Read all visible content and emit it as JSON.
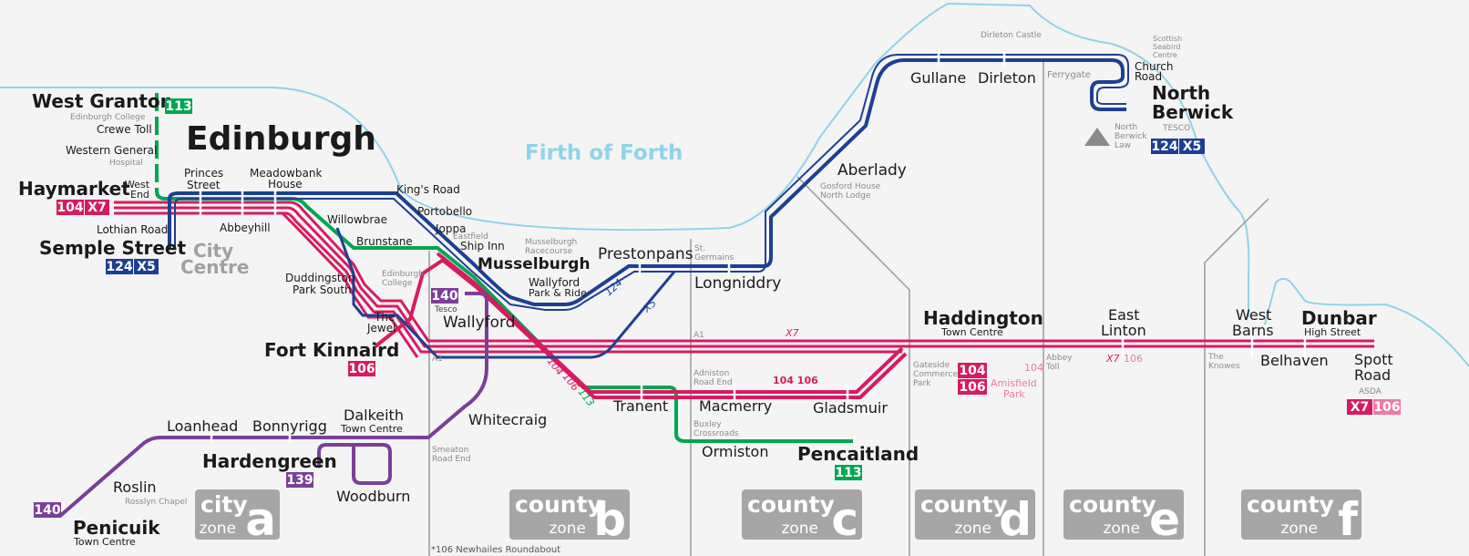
{
  "colors": {
    "blue": "#1d3f93",
    "red": "#d81b60",
    "green": "#00a651",
    "purple": "#7b3f98",
    "pink": "#ee7ba1",
    "water": "#8fd3e8",
    "zone": "#a6a6a6"
  },
  "water_label": "Firth of Forth",
  "city": {
    "name": "Edinburgh",
    "centre_line1": "City",
    "centre_line2": "Centre"
  },
  "stops": {
    "west_granton": "West Granton",
    "edinburgh_college_1": "Edinburgh College",
    "crewe_toll": "Crewe Toll",
    "western_general": "Western General",
    "hospital": "Hospital",
    "haymarket": "Haymarket",
    "west_end_1": "West",
    "west_end_2": "End",
    "lothian_road": "Lothian Road",
    "semple_street": "Semple Street",
    "princes_1": "Princes",
    "princes_2": "Street",
    "meadowbank_1": "Meadowbank",
    "meadowbank_2": "House",
    "abbeyhill": "Abbeyhill",
    "willowbrae": "Willowbrae",
    "kings_road": "King's Road",
    "portobello": "Portobello",
    "joppa": "Joppa",
    "brunstane": "Brunstane",
    "eastfield": "Eastfield",
    "ship_inn": "Ship Inn",
    "racecourse_1": "Musselburgh",
    "racecourse_2": "Racecourse",
    "musselburgh": "Musselburgh",
    "duddingston_1": "Duddingston",
    "duddingston_2": "Park South",
    "edinburgh_college_2a": "Edinburgh",
    "edinburgh_college_2b": "College",
    "wallyford_pr_1": "Wallyford",
    "wallyford_pr_2": "Park & Ride",
    "tesco_1": "Tesco",
    "wallyford": "Wallyford",
    "jewel_1": "The",
    "jewel_2": "Jewel",
    "fort_kinnaird": "Fort Kinnaird",
    "a1_1": "A1",
    "a1_2": "A1",
    "prestonpans": "Prestonpans",
    "st_germains_1": "St.",
    "st_germains_2": "Germains",
    "longniddry": "Longniddry",
    "aberlady": "Aberlady",
    "gosford_1": "Gosford House",
    "gosford_2": "North Lodge",
    "gullane": "Gullane",
    "dirleton": "Dirleton",
    "dirleton_castle": "Dirleton Castle",
    "ferrygate": "Ferrygate",
    "church_road_1": "Church",
    "church_road_2": "Road",
    "seabird_1": "Scottish",
    "seabird_2": "Seabird",
    "seabird_3": "Centre",
    "north_berwick_1": "North",
    "north_berwick_2": "Berwick",
    "tesco_2": "TESCO",
    "law_1": "North",
    "law_2": "Berwick",
    "law_3": "Law",
    "tranent": "Tranent",
    "adniston_1": "Adniston",
    "adniston_2": "Road End",
    "macmerry": "Macmerry",
    "gladsmuir": "Gladsmuir",
    "buxley_1": "Buxley",
    "buxley_2": "Crossroads",
    "ormiston": "Ormiston",
    "pencaitland": "Pencaitland",
    "haddington": "Haddington",
    "haddington_sub": "Town Centre",
    "gateside_1": "Gateside",
    "gateside_2": "Commerce",
    "gateside_3": "Park",
    "amisfield_1": "Amisfield",
    "amisfield_2": "Park",
    "abbey_toll_1": "Abbey",
    "abbey_toll_2": "Toll",
    "east_linton_1": "East",
    "east_linton_2": "Linton",
    "west_barns_1": "West",
    "west_barns_2": "Barns",
    "knowes_1": "The",
    "knowes_2": "Knowes",
    "dunbar": "Dunbar",
    "dunbar_sub": "High Street",
    "belhaven": "Belhaven",
    "spott_1": "Spott",
    "spott_2": "Road",
    "asda": "ASDA",
    "whitecraig": "Whitecraig",
    "loanhead": "Loanhead",
    "bonnyrigg": "Bonnyrigg",
    "dalkeith": "Dalkeith",
    "dalkeith_sub": "Town Centre",
    "smeaton_1": "Smeaton",
    "smeaton_2": "Road End",
    "hardengreen": "Hardengreen",
    "woodburn": "Woodburn",
    "roslin": "Roslin",
    "rosslyn_chapel": "Rosslyn Chapel",
    "penicuik": "Penicuik",
    "penicuik_sub": "Town Centre"
  },
  "route_labels": {
    "r124": "124",
    "x5": "X5",
    "x7": "X7",
    "r104_106": "104 106",
    "r104": "104",
    "r106": "106",
    "r113": "113",
    "diag_104": "104",
    "diag_106": "106",
    "diag_113": "113"
  },
  "badges": {
    "b113_granton": "113",
    "b104_hay": "104",
    "bx7_hay": "X7",
    "b124_semple": "124",
    "bx5_semple": "X5",
    "b140_wallyford": "140",
    "b106_kinnaird": "106",
    "b124_nb": "124",
    "bx5_nb": "X5",
    "b104_hadd": "104",
    "b106_hadd": "106",
    "b113_pencait": "113",
    "bx7_spott": "X7",
    "b106_spott": "106",
    "b139": "139",
    "b140_penicuik": "140"
  },
  "zones": [
    {
      "kind": "city",
      "letter": "a",
      "word": "zone"
    },
    {
      "kind": "county",
      "letter": "b",
      "word": "zone"
    },
    {
      "kind": "county",
      "letter": "c",
      "word": "zone"
    },
    {
      "kind": "county",
      "letter": "d",
      "word": "zone"
    },
    {
      "kind": "county",
      "letter": "e",
      "word": "zone"
    },
    {
      "kind": "county",
      "letter": "f",
      "word": "zone"
    }
  ],
  "footnote": "*106 Newhailes Roundabout"
}
